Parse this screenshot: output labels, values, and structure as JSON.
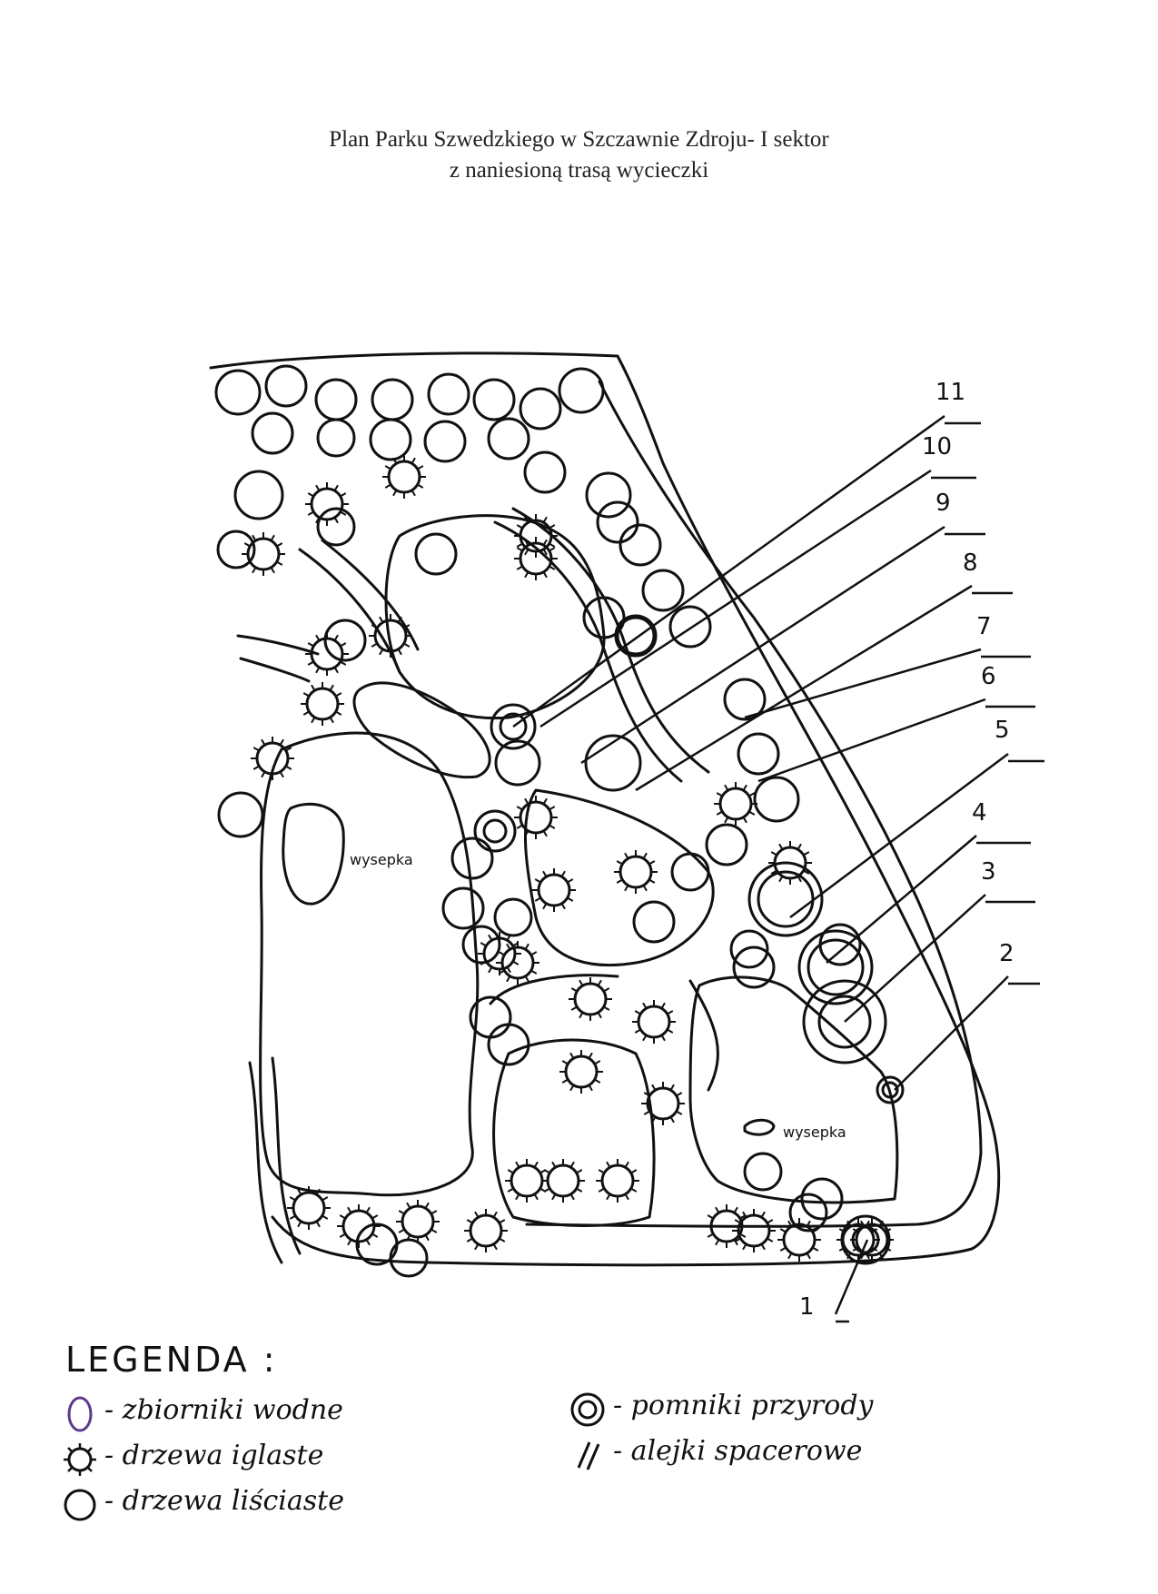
{
  "title_line1": "Plan Parku Szwedzkiego w Szczawnie Zdroju- I sektor",
  "title_line2": "z naniesioną trasą wycieczki",
  "island_label": "wysepka",
  "island_label_2": "wysepka",
  "route_numbers": [
    "1",
    "2",
    "3",
    "4",
    "5",
    "6",
    "7",
    "8",
    "9",
    "10",
    "11"
  ],
  "legend": {
    "title": "LEGENDA :",
    "items": [
      {
        "label": "- zbiorniki wodne",
        "icon": "water-body-icon"
      },
      {
        "label": "- drzewa iglaste",
        "icon": "conifer-tree-icon"
      },
      {
        "label": "- drzewa liściaste",
        "icon": "deciduous-tree-icon"
      },
      {
        "label": "- pomniki przyrody",
        "icon": "natural-monument-icon"
      },
      {
        "label": "- alejki spacerowe",
        "icon": "walking-path-icon"
      }
    ]
  },
  "colors": {
    "ink": "#111111",
    "highlight": "#5a3a8a",
    "paper": "#ffffff"
  }
}
